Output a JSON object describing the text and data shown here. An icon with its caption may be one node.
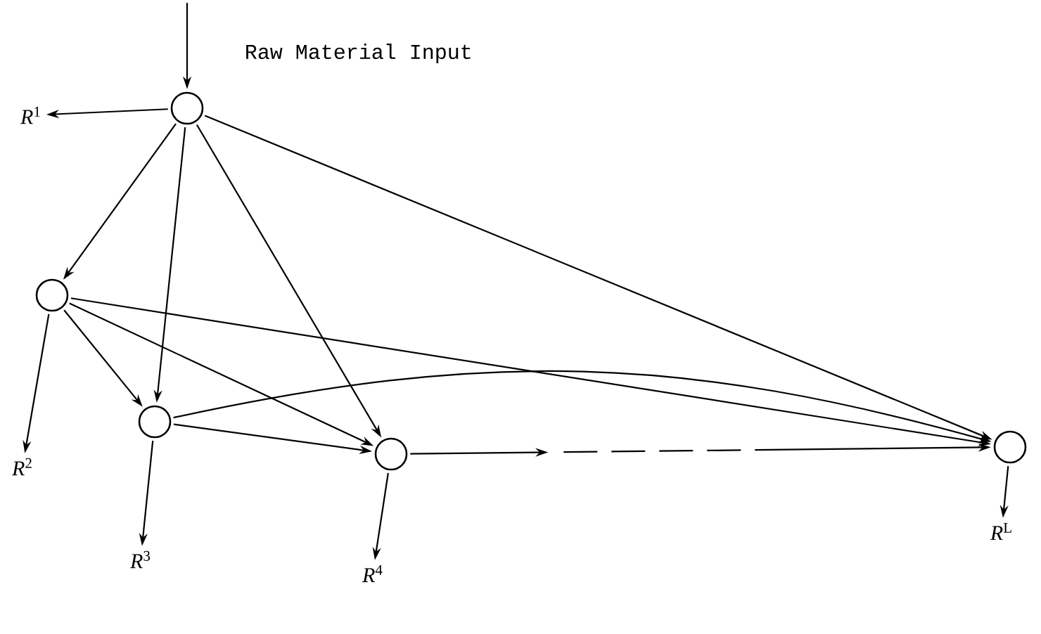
{
  "diagram": {
    "nodes": [
      {
        "text": [],
        "shape": "circle"
      },
      {
        "text": [
          "*R*$^{1}$"
        ]
      },
      {
        "text": [],
        "shape": "circle"
      },
      {
        "text": [
          "*R*$^{2}$"
        ]
      },
      {
        "text": [],
        "shape": "circle"
      },
      {
        "text": [
          "*R*$^{3}$"
        ]
      },
      {
        "text": [],
        "shape": "circle"
      },
      {
        "text": [
          "*R*$^{4}$"
        ]
      },
      {
        "text": [],
        "shape": "circle"
      },
      {
        "text": [
          "*R*$^{L}$"
        ]
      }
    ],
    "edges": [
      {
        "from": null,
        "to": 0,
        "arrow": "to"
      },
      {
        "from": 0,
        "to": 1,
        "arrow": "to"
      },
      {
        "from": 0,
        "to": 2,
        "arrow": "to"
      },
      {
        "from": 0,
        "to": 4,
        "arrow": "to"
      },
      {
        "from": 0,
        "to": 6,
        "arrow": "to"
      },
      {
        "from": 0,
        "to": 8,
        "arrow": "to"
      },
      {
        "from": 2,
        "to": 3,
        "arrow": "to"
      },
      {
        "from": 2,
        "to": 4,
        "arrow": "to"
      },
      {
        "from": 2,
        "to": 6,
        "arrow": "to"
      },
      {
        "from": 2,
        "to": 8,
        "arrow": "to"
      },
      {
        "from": 4,
        "to": 5,
        "arrow": "to"
      },
      {
        "from": 4,
        "to": 6,
        "arrow": "to"
      },
      {
        "from": 4,
        "to": 8,
        "arrow": "to"
      },
      {
        "from": 6,
        "to": 7,
        "arrow": "to"
      },
      {
        "from": 6,
        "to": 8,
        "arrow": "to",
        "style": "dashed"
      },
      {
        "from": 8,
        "to": 9,
        "arrow": "to"
      }
    ],
    "labels": [
      "Raw Material Input"
    ]
  }
}
